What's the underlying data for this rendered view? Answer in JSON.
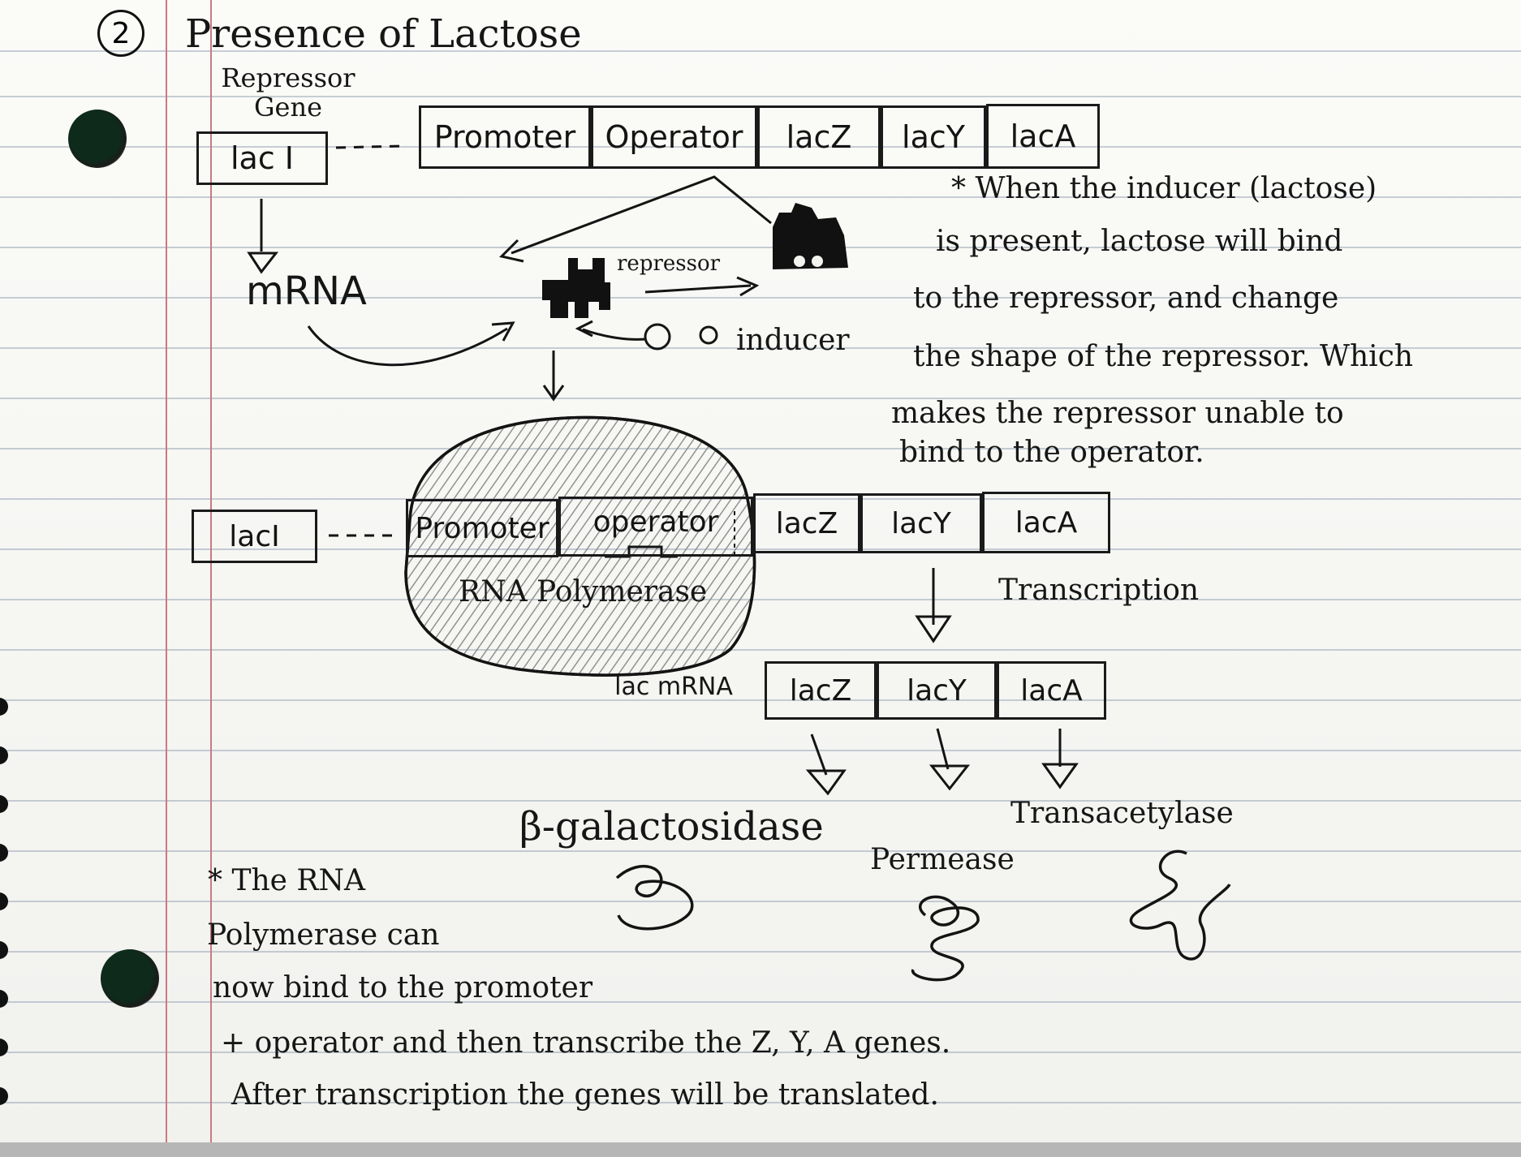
{
  "page": {
    "number": "2",
    "title": "Presence of Lactose",
    "repressor_gene_label": "Repressor Gene"
  },
  "operon_top": [
    "lac I",
    "Promoter",
    "Operator",
    "lacZ",
    "lacY",
    "lacA"
  ],
  "upper_labels": {
    "mrna": "mRNA",
    "repressor": "repressor",
    "inducer": "inducer"
  },
  "note_inducer": [
    "* When the inducer (lactose)",
    "is present, lactose will bind",
    "to the repressor, and change",
    "the shape of the repressor. Which",
    "makes the repressor unable to",
    "bind to the operator."
  ],
  "operon_bottom": [
    "lacI",
    "Promoter",
    "operator",
    "lacZ",
    "lacY",
    "lacA"
  ],
  "polymerase_label": "RNA Polymerase",
  "transcription_label": "Transcription",
  "lac_mrna": {
    "label": "lac mRNA",
    "genes": [
      "lacZ",
      "lacY",
      "lacA"
    ]
  },
  "proteins": [
    "β-galactosidase",
    "Permease",
    "Transacetylase"
  ],
  "note_polymerase": [
    "* The RNA",
    "Polymerase can",
    "now bind to the promoter",
    "+ operator and then transcribe the Z, Y, A genes.",
    "After transcription the genes will be translated."
  ],
  "colors": {
    "ink": "#141414",
    "paper": "#f6f6f3",
    "rule_line": "#9aa7b7",
    "margin_line": "#c97a80",
    "hole": "#0e2a1b"
  }
}
